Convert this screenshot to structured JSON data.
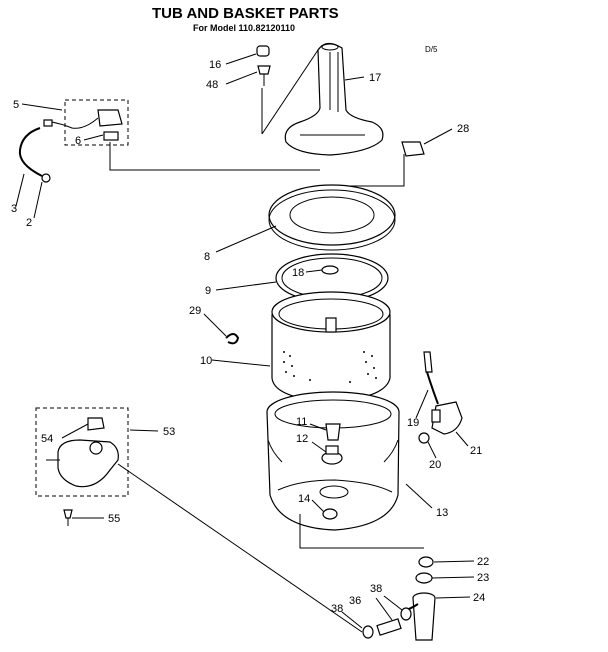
{
  "title": "TUB AND BASKET PARTS",
  "subtitle": "For Model 110.82120110",
  "corner_code": "D/5",
  "labels": {
    "p2": "2",
    "p3": "3",
    "p5": "5",
    "p6": "6",
    "p8": "8",
    "p9": "9",
    "p10": "10",
    "p11": "11",
    "p12": "12",
    "p13": "13",
    "p14": "14",
    "p16": "16",
    "p17": "17",
    "p18": "18",
    "p19": "19",
    "p20": "20",
    "p21": "21",
    "p22": "22",
    "p23": "23",
    "p24": "24",
    "p28": "28",
    "p29": "29",
    "p36": "36",
    "p38a": "38",
    "p38b": "38",
    "p48": "48",
    "p53": "53",
    "p54": "54",
    "p55": "55"
  },
  "colors": {
    "ink": "#000000",
    "paper": "#ffffff"
  }
}
